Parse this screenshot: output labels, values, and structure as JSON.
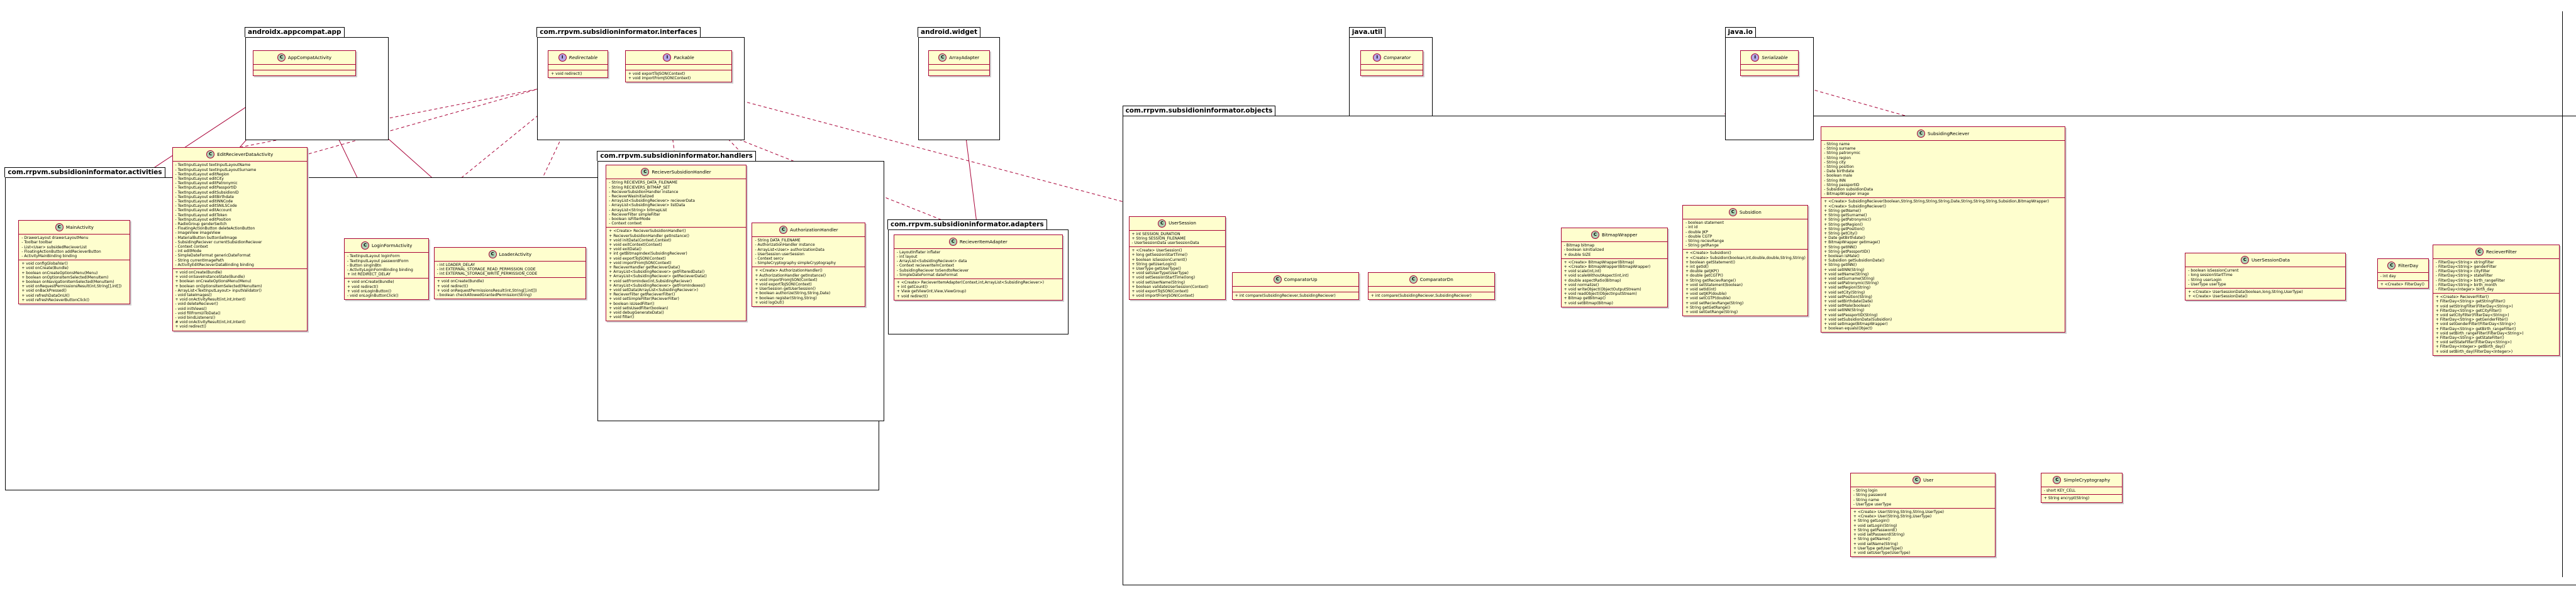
{
  "packages": [
    {
      "id": "appcompat",
      "label": "androidx.appcompat.app"
    },
    {
      "id": "interfaces",
      "label": "com.rrpvm.subsidioninformator.interfaces"
    },
    {
      "id": "widget",
      "label": "android.widget"
    },
    {
      "id": "util",
      "label": "java.util"
    },
    {
      "id": "io",
      "label": "java.io"
    },
    {
      "id": "activities",
      "label": "com.rrpvm.subsidioninformator.activities"
    },
    {
      "id": "handlers",
      "label": "com.rrpvm.subsidioninformator.handlers"
    },
    {
      "id": "adapters",
      "label": "com.rrpvm.subsidioninformator.adapters"
    },
    {
      "id": "objects",
      "label": "com.rrpvm.subsidioninformator.objects"
    }
  ],
  "classes": [
    {
      "id": "AppCompatActivity",
      "name": "AppCompatActivity",
      "kind": "C",
      "sections": [
        [],
        []
      ]
    },
    {
      "id": "Redirectable",
      "name": "Redirectable",
      "kind": "I",
      "sections": [
        [],
        [
          "+ void redirect()"
        ]
      ]
    },
    {
      "id": "Packable",
      "name": "Packable",
      "kind": "I",
      "sections": [
        [],
        [
          "+ void exportToJSON(Context)",
          "+ void importFromJSON(Context)"
        ]
      ]
    },
    {
      "id": "ArrayAdapter",
      "name": "ArrayAdapter",
      "kind": "C",
      "sections": [
        [],
        []
      ]
    },
    {
      "id": "Comparator",
      "name": "Comparator",
      "kind": "I",
      "sections": [
        [],
        []
      ]
    },
    {
      "id": "Serializable",
      "name": "Serializable",
      "kind": "I",
      "sections": [
        [],
        []
      ]
    },
    {
      "id": "MainActivity",
      "name": "MainActivity",
      "kind": "C",
      "sections": [
        [
          "- DrawerLayout drawerLayoutMenu",
          "- Toolbar toolbar",
          "- List<User> subsidedRecieverList",
          "- FloatingActionButton addRecieverButton",
          "- ActivityMainBinding binding"
        ],
        [
          "+ void configGlobalVar()",
          "+ void onCreate(Bundle)",
          "+ boolean onCreateOptionsMenu(Menu)",
          "+ boolean onOptionsItemSelected(MenuItem)",
          "+ boolean onNavigationItemSelected(MenuItem)",
          "+ void onRequestPermissionsResult(int,String[],int[])",
          "+ void onBackPressed()",
          "+ void refreshDataOnUI()",
          "+ void refreshRecieverButtonClick()"
        ]
      ]
    },
    {
      "id": "EditRecieverDataActivity",
      "name": "EditRecieverDataActivity",
      "kind": "C",
      "sections": [
        [
          "- TextInputLayout textInputLayoutName",
          "- TextInputLayout textInputLayoutSurname",
          "- TextInputLayout editRegion",
          "- TextInputLayout editCity",
          "- TextInputLayout editPatronymic",
          "- TextInputLayout editPassportID",
          "- TextInputLayout editSubsidionID",
          "- TextInputLayout editBirthdate",
          "- TextInputLayout editINNCode",
          "- TextInputLayout editSNILSCode",
          "- TextInputLayout editAccount",
          "- TextInputLayout editToken",
          "- TextInputLayout editPosition",
          "- RadioGroup genderSwitch",
          "- FloatingActionButton deleteActionButton",
          "- ImageView imageView",
          "- MaterialButton buttonSelImage",
          "- SubsidingReciever currentSubsidionReciever",
          "- Context context",
          "- int editMode",
          "- SimpleDateFormat genericDateFormat",
          "- String currentImagePath",
          "- ActivityEditRecieverDataBinding binding"
        ],
        [
          "+ void onCreate(Bundle)",
          "+ void onSaveInstanceState(Bundle)",
          "+ boolean onCreateOptionsMenu(Menu)",
          "+ boolean onOptionsItemSelected(MenuItem)",
          "- ArrayList<TextInputLayout> inputValidator()",
          "- void takeImages()",
          "+ void onActivityResult(int,int,Intent)",
          "- void deleteReciever()",
          "- void initViews()",
          "- void fillFromUIToData()",
          "- void bindListeners()",
          "# void onActivityResult(int,int,Intent)",
          "+ void redirect()"
        ]
      ]
    },
    {
      "id": "LoginFormActivity",
      "name": "LoginFormActivity",
      "kind": "C",
      "sections": [
        [
          "- TextInputLayout loginForm",
          "- TextInputLayout passwordForm",
          "- Button singInBtn",
          "- ActivityLoginFormBinding binding",
          "+ int REDIRECT_DELAY"
        ],
        [
          "+ void onCreate(Bundle)",
          "+ void redirect()",
          "+ void onLogInButton()",
          "- void onLogInButtonClick()"
        ]
      ]
    },
    {
      "id": "LoaderActivity",
      "name": "LoaderActivity",
      "kind": "C",
      "sections": [
        [
          "- int LOADER_DELAY",
          "- int EXTERNAL_STORAGE_READ_PERMISSION_CODE",
          "- int EXTERNAL_STORAGE_WRITE_PERMISSION_CODE"
        ],
        [
          "+ void onCreate(Bundle)",
          "+ void redirect()",
          "+ void onRequestPermissionsResult(int,String[],int[])",
          "- boolean checkAllowedGrantedPermission(String)"
        ]
      ]
    },
    {
      "id": "RecieverSubsidionHandler",
      "name": "RecieverSubsidionHandler",
      "kind": "C",
      "sections": [
        [
          "- String RECIEVERS_DATA_FILENAME",
          "- String RECIEVERS_BITMAP_SET",
          "- RecieverSubsidionHandler instance",
          "- RecieverWasInitialized",
          "- ArrayList<SubsidingReciever> recieverData",
          "- ArrayList<SubsidingReciever> listData",
          "- ArrayList<String> bitmapList",
          "- RecieverFilter simpleFilter",
          "- boolean isFilterMode",
          "- Context context"
        ],
        [
          "+ <Create> RecieverSubsidionHandler()",
          "+ RecieverSubsidionHandler getInstance()",
          "+ void initData(Context,Context)",
          "+ void exitContext(Context)",
          "+ void exitData()",
          "+ int getBitmapIndex(SubsidingReciever)",
          "+ void exportToJSON(Context)",
          "+ void importFromJSON(Context)",
          "+ RecieverHandler getRecieverData()",
          "+ ArrayList<SubsidingReciever> getFilteredData()",
          "+ ArrayList<SubsidingReciever> getRecieverData()",
          "+ void setFromIndex(int,SubsidingReciever)",
          "+ ArrayList<SubsidingReciever> getFromIndexes()",
          "+ void setData(ArrayList<SubsidingReciever>)",
          "+ RecieverFilter getRecieverFilter()",
          "+ void setSimpleFilter(RecieverFilter)",
          "+ boolean isUsedFilter()",
          "+ void setIsUsedFilter(boolean)",
          "+ void debugGenerateData()",
          "+ void filter()"
        ]
      ]
    },
    {
      "id": "AuthorizationHandler",
      "name": "AuthorizationHandler",
      "kind": "C",
      "sections": [
        [
          "- String DATA_FILENAME",
          "- AuthorizationHandler instance",
          "- ArrayList<User> authorizationData",
          "- UserSession userSession",
          "- Context sercv",
          "- SimpleCryptography simpleCryptography"
        ],
        [
          "+ <Create> AuthorizationHandler()",
          "+ AuthorizationHandler getInstance()",
          "+ void importFromJSON(Context)",
          "+ void exportToJSON(Context)",
          "+ UserSession getUserSession()",
          "+ boolean authorize(String,String,Date)",
          "+ boolean register(String,String)",
          "+ void logOut()"
        ]
      ]
    },
    {
      "id": "RecieverItemAdapter",
      "name": "RecieverItemAdapter",
      "kind": "C",
      "sections": [
        [
          "- LayoutInflater inflater",
          "- int layout",
          "- ArrayList<SubsidingReciever> data",
          "- Context recieverItemContext",
          "- SubsidingReciever toSendtoReciever",
          "- SimpleDateFormat dateFormat"
        ],
        [
          "+ <Create> RecieverItemAdapter(Context,int,ArrayList<SubsidingReciever>)",
          "+ int getCount()",
          "+ View getView(int,View,ViewGroup)",
          "+ void redirect()"
        ]
      ]
    },
    {
      "id": "UserSession",
      "name": "UserSession",
      "kind": "C",
      "sections": [
        [
          "+ int SESSION_DURATION",
          "+ String SESSION_FILENAME",
          "- UserSessionData userSessionData"
        ],
        [
          "+ <Create> UserSession()",
          "+ long getSessionStartTime()",
          "+ boolean isSessionCurrent()",
          "+ String getUserLogin()",
          "+ UserType getUserType()",
          "+ void setUserType(UserType)",
          "+ void setSessionStartTime(long)",
          "+ void setUserName(String)",
          "+ boolean validateUserSession(Context)",
          "+ void exportToJSON(Context)",
          "+ void importFromJSON(Context)"
        ]
      ]
    },
    {
      "id": "ComparatorUp",
      "name": "ComparatorUp",
      "kind": "C",
      "sections": [
        [],
        [
          "+ int compare(SubsidingReciever,SubsidingReciever)"
        ]
      ]
    },
    {
      "id": "ComparatorDn",
      "name": "ComparatorDn",
      "kind": "C",
      "sections": [
        [],
        [
          "+ int compare(SubsidingReciever,SubsidingReciever)"
        ]
      ]
    },
    {
      "id": "BitmapWrapper",
      "name": "BitmapWrapper",
      "kind": "C",
      "sections": [
        [
          "- Bitmap bitmap",
          "- boolean isInitialized",
          "+ double SIZE"
        ],
        [
          "+ <Create> BitmapWrapper(Bitmap)",
          "+ <Create> BitmapWrapper(BitmapWrapper)",
          "+ void scale(int,int)",
          "+ void scaleWithoutAspect(int,int)",
          "+ double aspectRatio(Bitmap)",
          "+ void normalize()",
          "+ void writeObject(ObjectOutputStream)",
          "+ void readObject(ObjectInputStream)",
          "+ Bitmap getBitmap()",
          "+ void setBitmap(Bitmap)"
        ]
      ]
    },
    {
      "id": "Subsidion",
      "name": "Subsidion",
      "kind": "C",
      "sections": [
        [
          "- boolean statement",
          "- int id",
          "- double JKP",
          "- double CGTP",
          "- String recievRange",
          "- String getRange"
        ],
        [
          "+ <Create> Subsidion()",
          "+ <Create> Subsidion(boolean,int,double,double,String,String)",
          "+ boolean getStatement()",
          "+ int getId()",
          "+ double getJKP()",
          "+ double getCGTP()",
          "+ String getRecievRange()",
          "+ void setStatement(boolean)",
          "+ void setId(int)",
          "+ void setJKP(double)",
          "+ void setCGTP(double)",
          "+ void setRecievRange(String)",
          "+ String getGetRange()",
          "+ void setGetRange(String)"
        ]
      ]
    },
    {
      "id": "SubsidingReciever",
      "name": "SubsidingReciever",
      "kind": "C",
      "sections": [
        [
          "- String name",
          "- String surname",
          "- String patronymic",
          "- String region",
          "- String city",
          "- String position",
          "- Date birthdate",
          "- boolean male",
          "- String INN",
          "- String passportID",
          "- Subsidion subsidionData",
          "- BitmapWrapper image"
        ],
        [
          "+ <Create> SubsidingReciever(boolean,String,String,String,String,Date,String,String,String,Subsidion,BitmapWrapper)",
          "+ <Create> SubsidingReciever()",
          "+ String getName()",
          "+ String getSurname()",
          "+ String getPatronymic()",
          "+ String getRegion()",
          "+ String getPosition()",
          "+ String getCity()",
          "+ Date getBirthdate()",
          "+ BitmapWrapper getImage()",
          "+ String getINN()",
          "+ String getPassportID()",
          "+ boolean isMale()",
          "+ Subsidion getSubsidionData()",
          "+ String getINN()",
          "+ void setINN(String)",
          "+ void setName(String)",
          "+ void setSurname(String)",
          "+ void setPatronymic(String)",
          "+ void setRegion(String)",
          "+ void setCity(String)",
          "+ void setPosition(String)",
          "+ void setBirthdate(Date)",
          "+ void setMale(boolean)",
          "+ void setINN(String)",
          "+ void setPassportID(String)",
          "+ void setSubsidionData(Subsidion)",
          "+ void setImage(BitmapWrapper)",
          "+ boolean equals(Object)"
        ]
      ]
    },
    {
      "id": "UserSessionData",
      "name": "UserSessionData",
      "kind": "C",
      "sections": [
        [
          "- boolean isSessionCurrent",
          "- long sessionStartTime",
          "- String userLogin",
          "- UserType userType"
        ],
        [
          "+ <Create> UserSessionData(boolean,long,String,UserType)",
          "+ <Create> UserSessionData()"
        ]
      ]
    },
    {
      "id": "FilterDay",
      "name": "FilterDay",
      "kind": "C",
      "sections": [
        [
          "- int day"
        ],
        [
          "+ <Create> FilterDay()"
        ]
      ]
    },
    {
      "id": "RecieverFilter",
      "name": "RecieverFilter",
      "kind": "C",
      "sections": [
        [
          "- FilterDay<String> stringFilter",
          "- FilterDay<String> genderFilter",
          "- FilterDay<String> cityFilter",
          "- FilterDay<String> stateFilter",
          "- FilterDay<String> birth_rangeFilter",
          "- FilterDay<String> birth_month",
          "- FilterDay<Integer> birth_day"
        ],
        [
          "+ <Create> RecieverFilter()",
          "+ FilterDay<String> getStringFilter()",
          "+ void setStringFilter(FilterDay<String>)",
          "+ FilterDay<String> getCityFilter()",
          "+ void setCityFilter(FilterDay<String>)",
          "+ FilterDay<String> getGenderFilter()",
          "+ void setGenderFilter(FilterDay<String>)",
          "+ FilterDay<String> getBirth_rangeFilter()",
          "+ void setBirth_rangeFilter(FilterDay<String>)",
          "+ FilterDay<String> getStateFilter()",
          "+ void setStateFilter(FilterDay<String>)",
          "+ FilterDay<Integer> getBirth_day()",
          "+ void setBirth_day(FilterDay<Integer>)"
        ]
      ]
    },
    {
      "id": "User",
      "name": "User",
      "kind": "C",
      "sections": [
        [
          "- String login",
          "- String password",
          "- String name",
          "- UserType userType"
        ],
        [
          "+ <Create> User(String,String,String,UserType)",
          "+ <Create> User(String,String,UserType)",
          "+ String getLogin()",
          "+ void setLogin(String)",
          "+ String getPassword()",
          "+ void setPassword(String)",
          "+ String getName()",
          "+ void setName(String)",
          "+ UserType getUserType()",
          "+ void setUserType(UserType)"
        ]
      ]
    },
    {
      "id": "SimpleCryptography",
      "name": "SimpleCryptography",
      "kind": "C",
      "sections": [
        [
          "- short KEY_CELL"
        ],
        [
          "+ String encrypt(String)"
        ]
      ]
    }
  ],
  "colors": {
    "class_fill": "#FEFECE",
    "class_border": "#A80036",
    "arrow": "#A80036",
    "class_glyph": "#ADD1B2",
    "interface_glyph": "#B4A7E5"
  }
}
